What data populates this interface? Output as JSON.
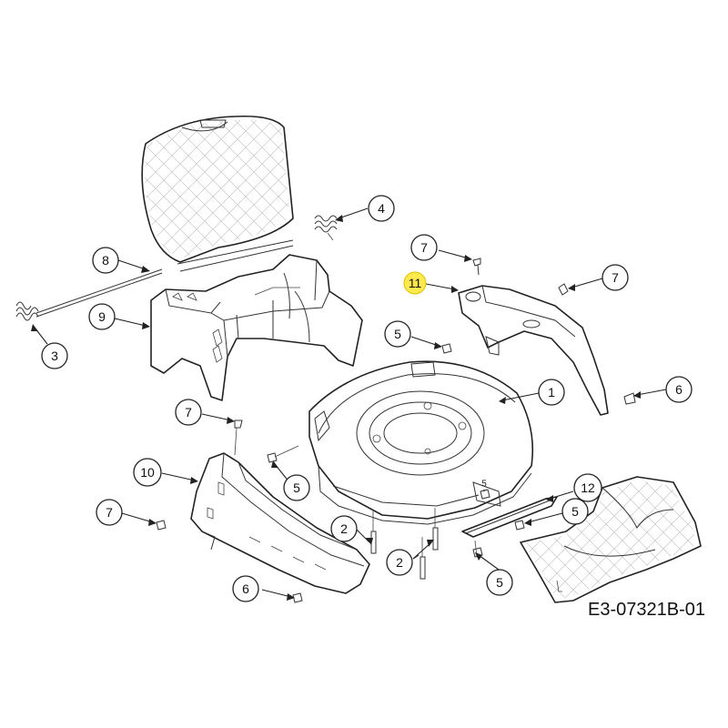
{
  "diagram": {
    "reference_code": "E3-07321B-01",
    "callouts": {
      "c1": "1",
      "c2a": "2",
      "c2b": "2",
      "c3": "3",
      "c4": "4",
      "c5a": "5",
      "c5b": "5",
      "c5c": "5",
      "c5d": "5",
      "c5e": "5",
      "c6a": "6",
      "c6b": "6",
      "c7a": "7",
      "c7b": "7",
      "c7c": "7",
      "c7d": "7",
      "c8": "8",
      "c9": "9",
      "c10": "10",
      "c11": "11",
      "c12": "12"
    }
  }
}
